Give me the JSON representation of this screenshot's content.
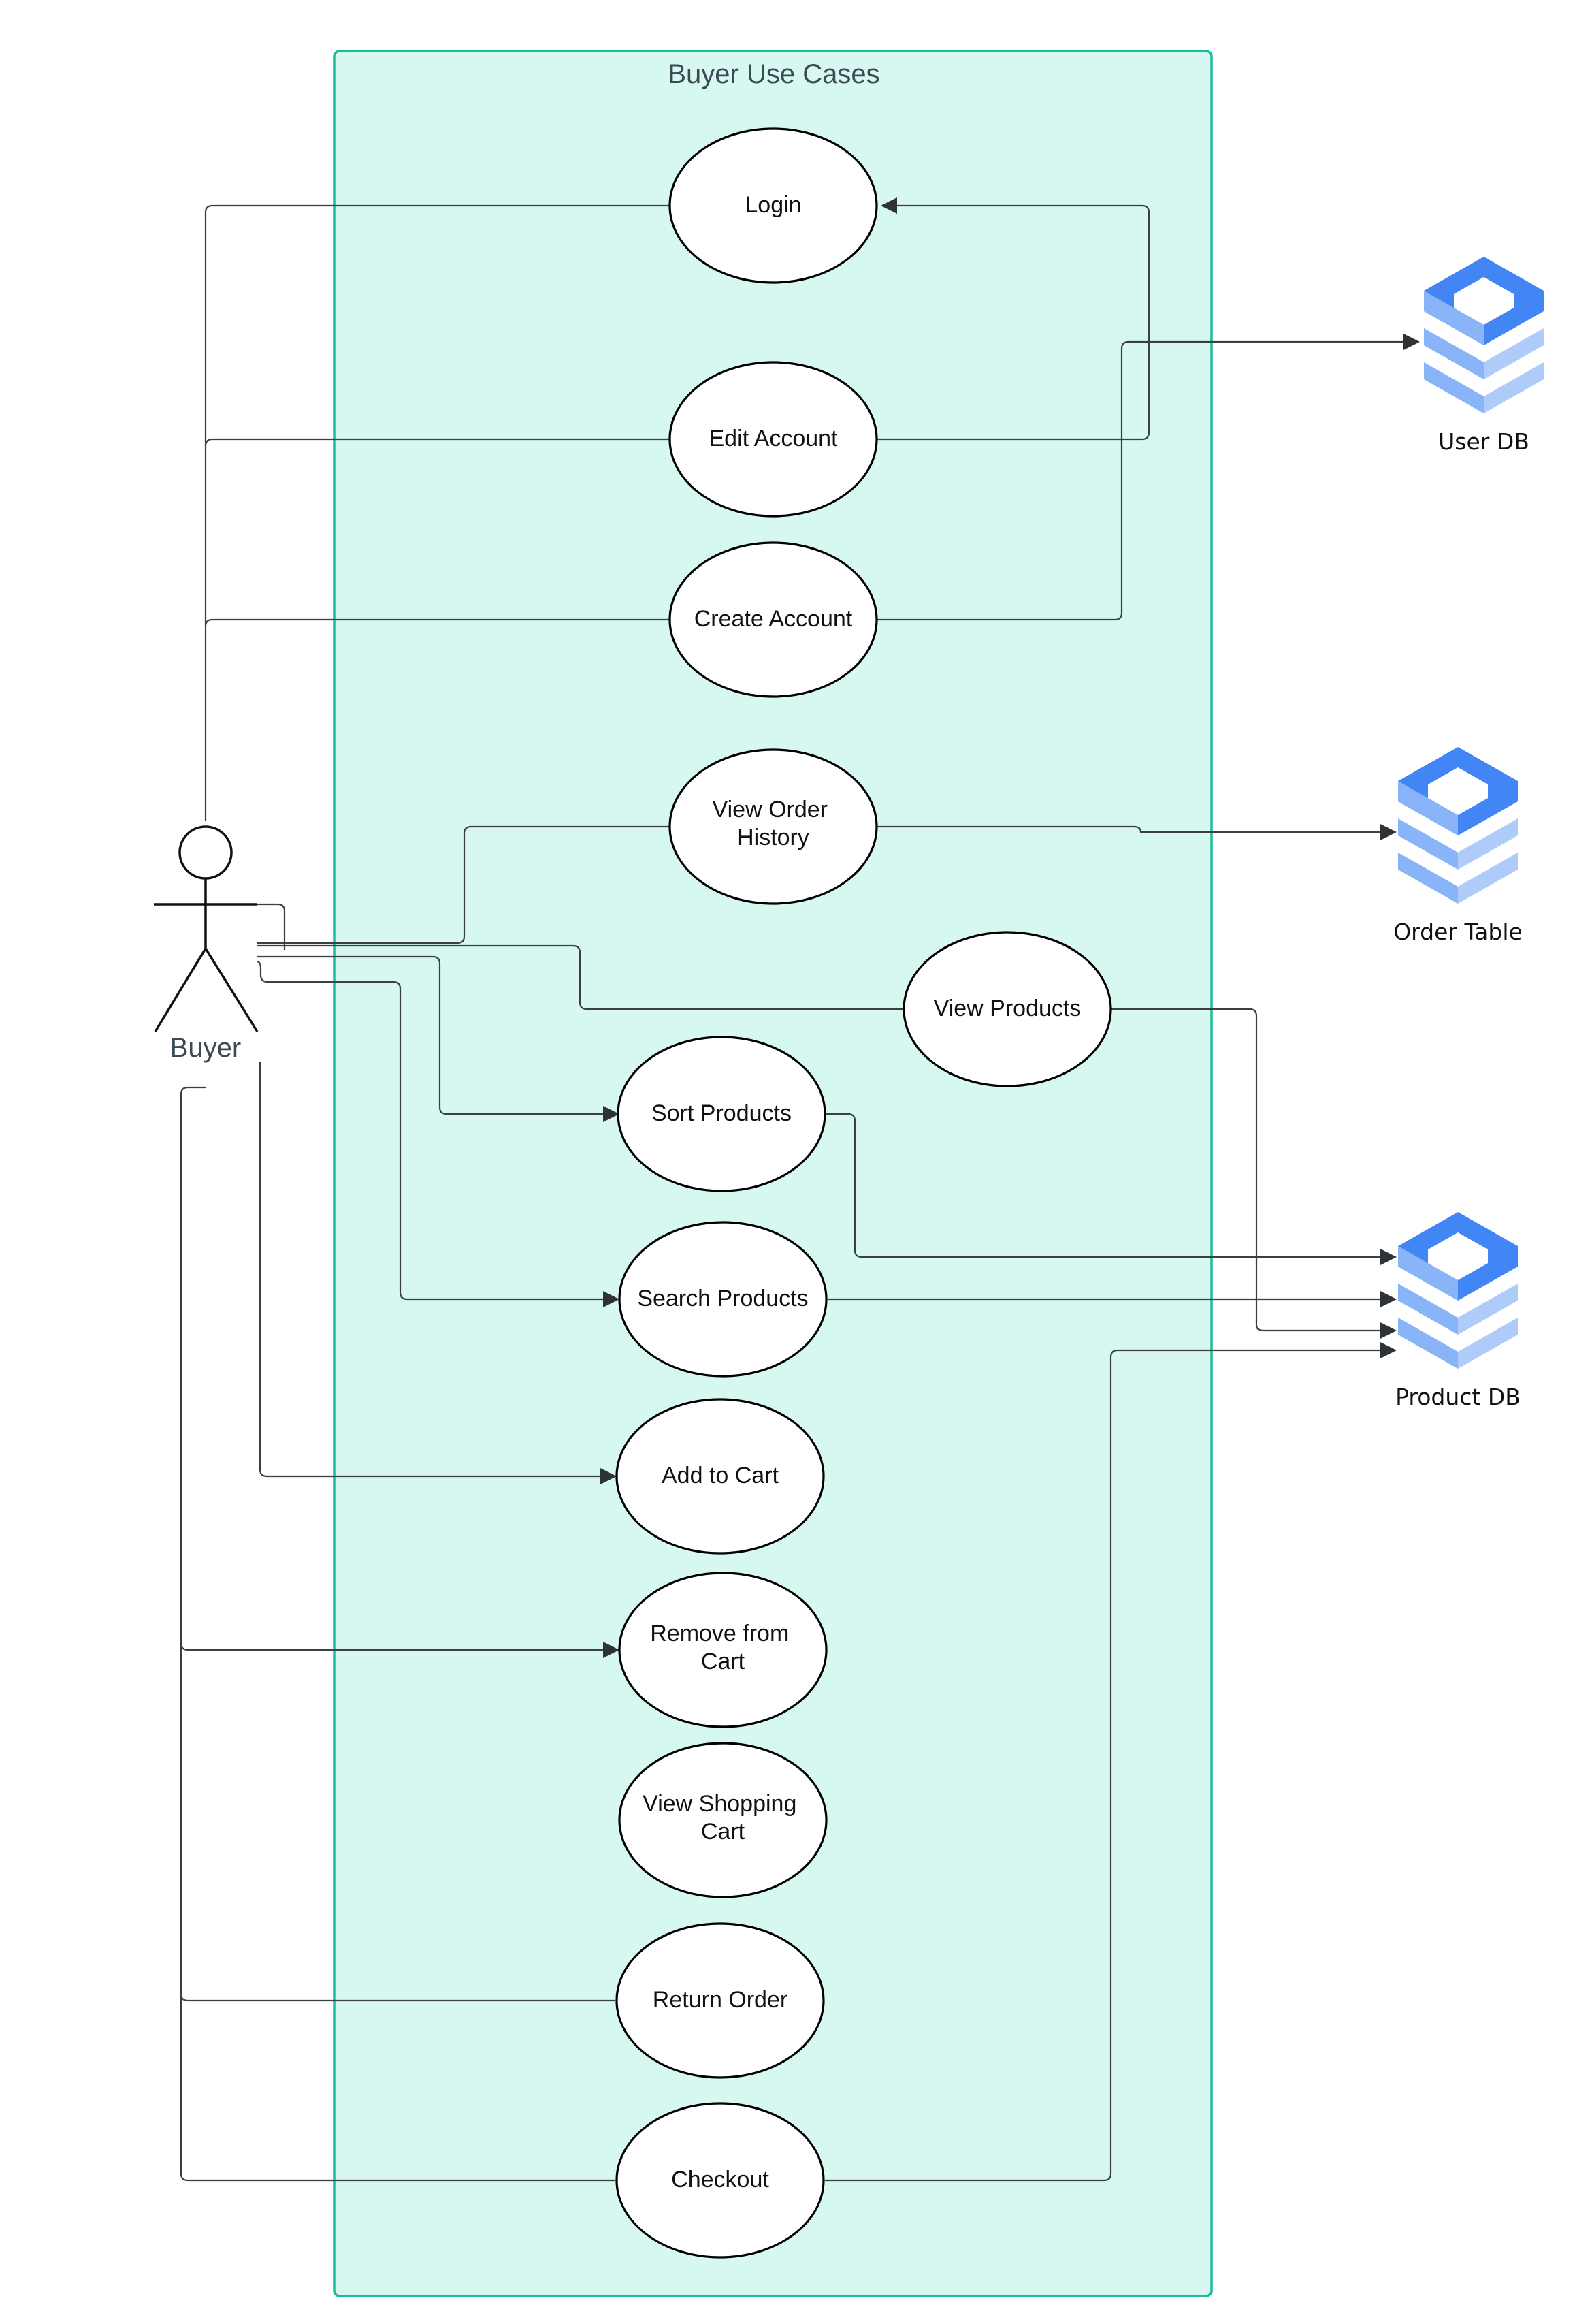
{
  "boundary": {
    "title": "Buyer Use Cases"
  },
  "actor": {
    "label": "Buyer"
  },
  "use_cases": {
    "login": [
      "Login"
    ],
    "edit_account": [
      "Edit Account"
    ],
    "create_account": [
      "Create Account"
    ],
    "view_order_history": [
      "View Order",
      "History"
    ],
    "view_products": [
      "View Products"
    ],
    "sort_products": [
      "Sort Products"
    ],
    "search_products": [
      "Search Products"
    ],
    "add_to_cart": [
      "Add to Cart"
    ],
    "remove_from_cart": [
      "Remove from",
      "Cart"
    ],
    "view_shopping_cart": [
      "View Shopping",
      "Cart"
    ],
    "return_order": [
      "Return Order"
    ],
    "checkout": [
      "Checkout"
    ]
  },
  "databases": {
    "user_db": {
      "label": "User DB",
      "icon": "database-stack-icon"
    },
    "order_table": {
      "label": "Order Table",
      "icon": "database-stack-icon"
    },
    "product_db": {
      "label": "Product DB",
      "icon": "database-stack-icon"
    }
  },
  "colors": {
    "boundary_fill": "#d7f8f1",
    "boundary_stroke": "#1abc9c",
    "db_dark": "#4285f4",
    "db_mid": "#8ab4f8",
    "db_light": "#aecbfa"
  }
}
